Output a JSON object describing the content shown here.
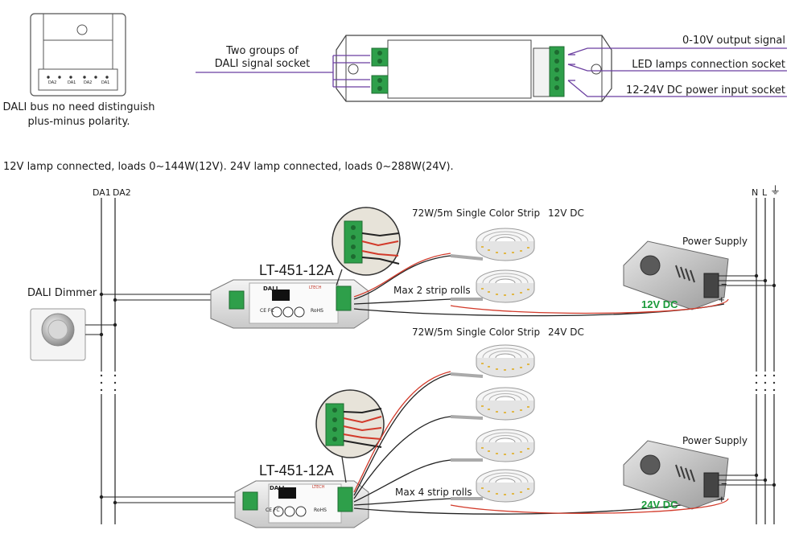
{
  "top": {
    "polarity_note": [
      "DALI bus no need distinguish",
      "plus-minus polarity."
    ],
    "callouts": {
      "dali_socket": [
        "Two groups of",
        "DALI signal socket"
      ],
      "output_signal": "0-10V output signal",
      "led_socket": "LED lamps connection socket",
      "power_input": "12-24V DC power input socket"
    },
    "compact_device_labels": [
      "DA2",
      "DA1",
      "DA2",
      "DA1"
    ]
  },
  "load_note": "12V lamp connected, loads 0~144W(12V). 24V lamp connected, loads 0~288W(24V).",
  "bus": {
    "da1": "DA1",
    "da2": "DA2",
    "n": "N",
    "l": "L",
    "ground_symbol": "⏚"
  },
  "dimmer": {
    "label": "DALI Dimmer"
  },
  "device_body": {
    "brand": "LTECH",
    "logo": "DALI",
    "rohs": "RoHS",
    "ce": "CE FC"
  },
  "circuits": [
    {
      "model": "LT-451-12A",
      "strip_power": "72W/5m",
      "strip_type": "Single Color Strip",
      "strip_voltage": "12V DC",
      "max_rolls": "Max 2 strip rolls",
      "psu_label": "Power Supply",
      "psu_voltage": "12V DC"
    },
    {
      "model": "LT-451-12A",
      "strip_power": "72W/5m",
      "strip_type": "Single Color Strip",
      "strip_voltage": "24V DC",
      "max_rolls": "Max 4 strip rolls",
      "psu_label": "Power Supply",
      "psu_voltage": "24V DC"
    }
  ],
  "colors": {
    "signal_purple": "#6b3fa0",
    "psu_green": "#1a9a3a",
    "wire_red": "#d23a2a"
  }
}
